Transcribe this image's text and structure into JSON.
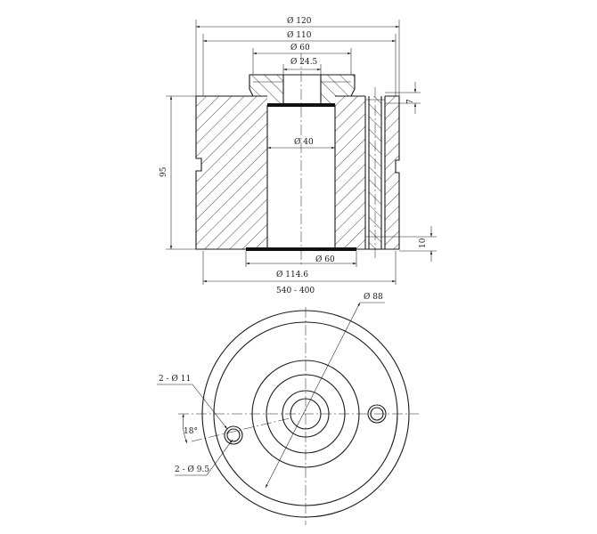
{
  "colors": {
    "line": "#1a1a1a",
    "background": "#ffffff"
  },
  "section_view": {
    "dimensions": {
      "d120": "Ø 120",
      "d110": "Ø 110",
      "d60_top": "Ø 60",
      "d24_5": "Ø 24.5",
      "d40": "Ø 40",
      "h95": "95",
      "h7": "7",
      "h10": "10",
      "d60_bottom": "Ø 60",
      "d114_6": "Ø 114.6",
      "range": "540 - 400"
    }
  },
  "plan_view": {
    "dimensions": {
      "d88": "Ø 88",
      "holes_11": "2 - Ø 11",
      "holes_9_5": "2 - Ø 9.5",
      "angle": "18°"
    }
  }
}
